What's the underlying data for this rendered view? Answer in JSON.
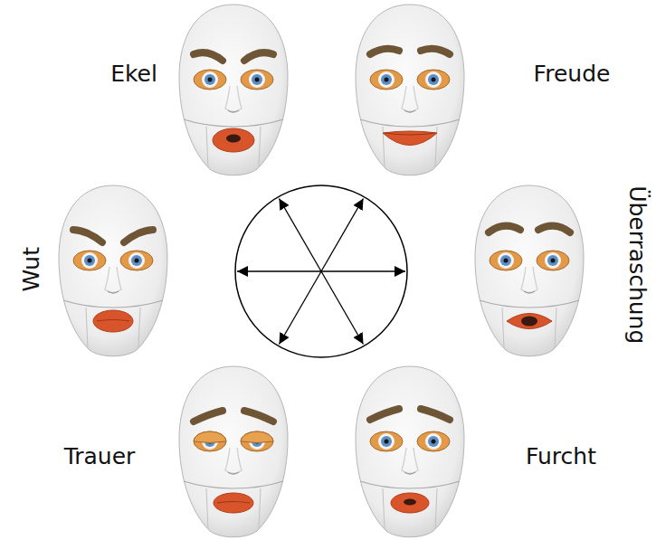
{
  "diagram": {
    "labels": [
      "Ekel",
      "Freude",
      "Wut",
      "Überraschung",
      "Trauer",
      "Furcht"
    ]
  }
}
